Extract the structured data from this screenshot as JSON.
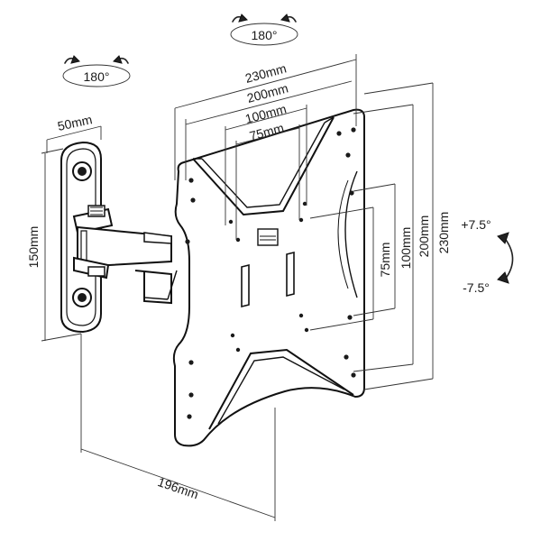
{
  "labels": {
    "swivel_top": "180°",
    "swivel_left": "180°",
    "tilt_up": "+7.5°",
    "tilt_down": "-7.5°",
    "wall_width": "50mm",
    "wall_height": "150mm",
    "extension": "196mm",
    "h_230": "230mm",
    "h_200": "200mm",
    "h_100": "100mm",
    "h_75": "75mm",
    "v_75": "75mm",
    "v_100": "100mm",
    "v_200": "200mm",
    "v_230": "230mm"
  },
  "colors": {
    "line": "#222222",
    "background": "#ffffff"
  }
}
